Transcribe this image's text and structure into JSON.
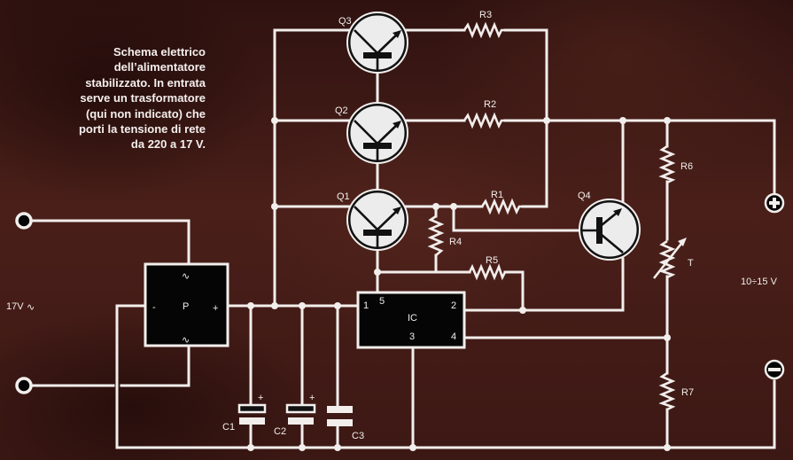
{
  "caption": {
    "lines": [
      "Schema elettrico",
      "dell’alimentatore",
      "stabilizzato. In entrata",
      "serve un trasformatore",
      "(qui non indicato) che",
      "porti la tensione di rete",
      "da 220 a 17 V."
    ]
  },
  "labels": {
    "input_voltage": "17V",
    "input_ac_symbol": "∿",
    "output_voltage": "10÷15 V",
    "bridge": "P",
    "bridge_minus": "-",
    "bridge_plus": "+",
    "bridge_ac_top": "∿",
    "bridge_ac_bottom": "∿",
    "ic": "IC",
    "ic_pins": {
      "p1": "1",
      "p2": "2",
      "p3": "3",
      "p4": "4",
      "p5": "5"
    },
    "transistors": {
      "q1": "Q1",
      "q2": "Q2",
      "q3": "Q3",
      "q4": "Q4"
    },
    "resistors": {
      "r1": "R1",
      "r2": "R2",
      "r3": "R3",
      "r4": "R4",
      "r5": "R5",
      "r6": "R6",
      "r7": "R7"
    },
    "trimmer": "T",
    "capacitors": {
      "c1": "C1",
      "c2": "C2",
      "c3": "C3"
    },
    "cap_polarity": "+",
    "terminal_plus": "+",
    "terminal_minus": "−"
  },
  "colors": {
    "background": "#3a1713",
    "wire": "#f2eeec",
    "component_fill": "#ececec",
    "box_fill": "#050505"
  }
}
